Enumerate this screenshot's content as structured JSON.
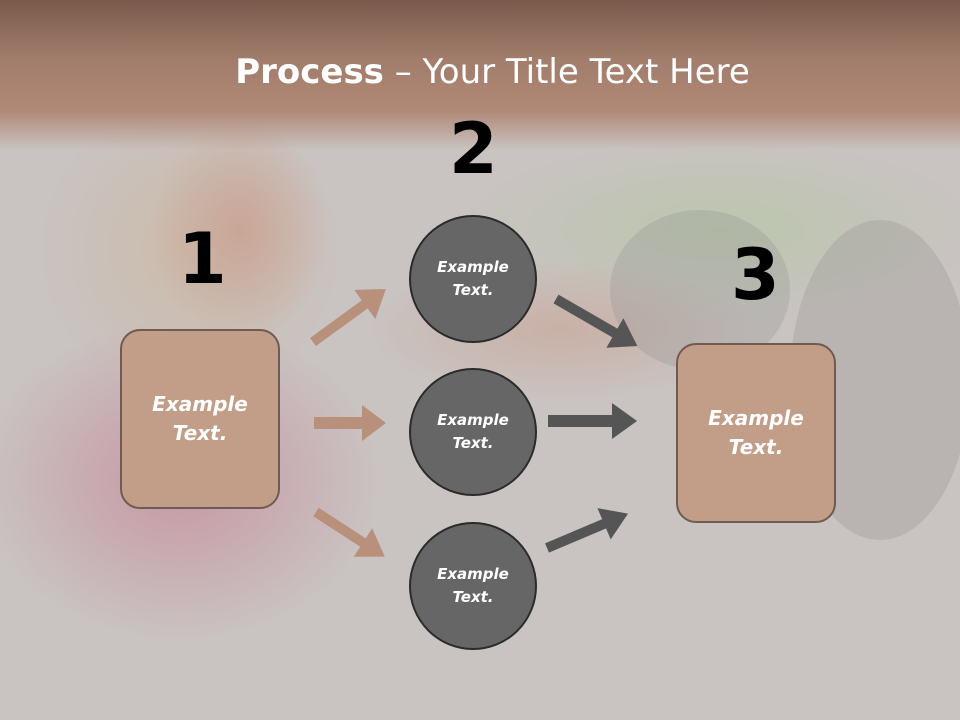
{
  "title": {
    "bold": "Process",
    "rest": " – Your Title Text Here"
  },
  "steps": [
    "1",
    "2",
    "3"
  ],
  "left_box": {
    "label": "Example\nText."
  },
  "right_box": {
    "label": "Example\nText."
  },
  "circles": [
    {
      "label": "Example\nText."
    },
    {
      "label": "Example\nText."
    },
    {
      "label": "Example\nText."
    }
  ],
  "colors": {
    "box_fill": "#c29d88",
    "circle_fill": "#666666",
    "arrow_in": "#b8907c",
    "arrow_out": "#555555",
    "title_band": "#a27d6b"
  }
}
